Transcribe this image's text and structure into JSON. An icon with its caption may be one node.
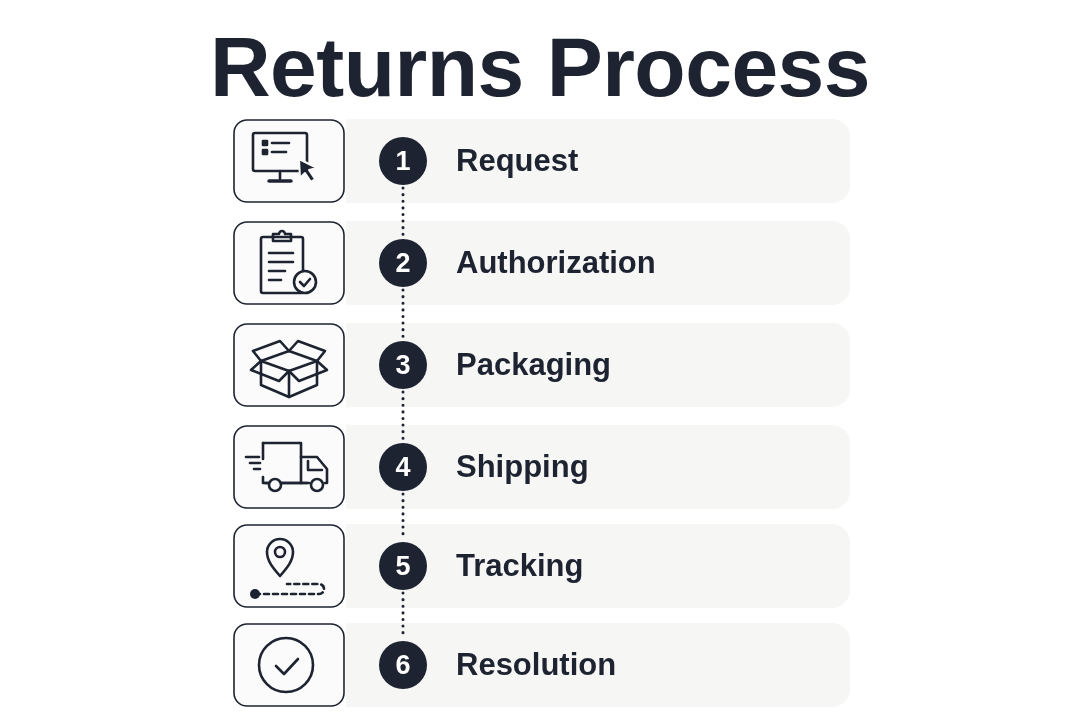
{
  "diagram": {
    "title": "Returns Process",
    "nodes": [
      {
        "text": [
          "Request"
        ]
      },
      {
        "text": [
          "1"
        ],
        "in": 0
      },
      {
        "text": [
          "Authorization"
        ]
      },
      {
        "text": [
          "2"
        ],
        "in": 2
      },
      {
        "text": [
          "Packaging"
        ]
      },
      {
        "text": [
          "3"
        ],
        "in": 4
      },
      {
        "text": [
          "Shipping"
        ]
      },
      {
        "text": [
          "4"
        ],
        "in": 6
      },
      {
        "text": [
          "Tracking"
        ]
      },
      {
        "text": [
          "5"
        ],
        "in": 8
      },
      {
        "text": [
          "Resolution"
        ]
      },
      {
        "text": [
          "6"
        ],
        "in": 10
      }
    ],
    "edges": [
      {
        "from": 1,
        "to": 3,
        "arrow": "none",
        "style": "dashed"
      },
      {
        "from": 3,
        "to": 5,
        "arrow": "none",
        "style": "dashed"
      },
      {
        "from": 5,
        "to": 7,
        "arrow": "none",
        "style": "dashed"
      },
      {
        "from": 7,
        "to": 9,
        "arrow": "none",
        "style": "dashed"
      },
      {
        "from": 9,
        "to": 11,
        "arrow": "none",
        "style": "dashed"
      }
    ]
  }
}
